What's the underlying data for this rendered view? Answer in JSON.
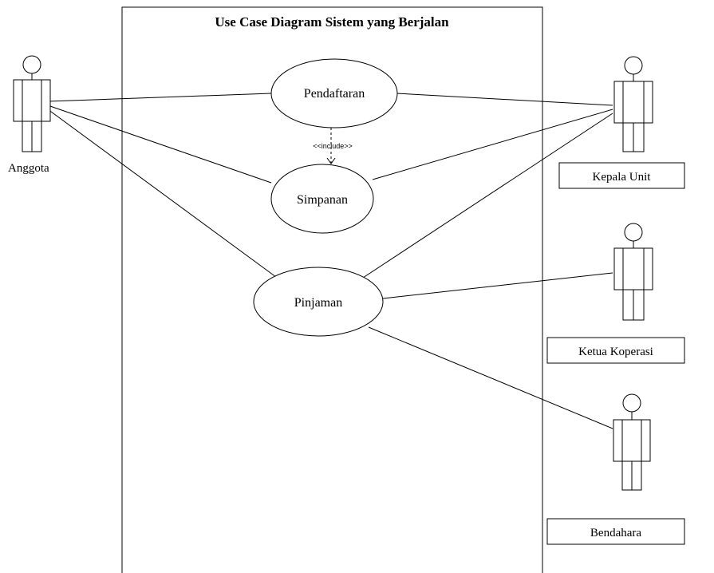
{
  "diagram": {
    "title": "Use Case Diagram Sistem yang Berjalan",
    "include_label": "<<include>>"
  },
  "use_cases": [
    {
      "id": "pendaftaran",
      "label": "Pendaftaran"
    },
    {
      "id": "simpanan",
      "label": "Simpanan"
    },
    {
      "id": "pinjaman",
      "label": "Pinjaman"
    }
  ],
  "actors": [
    {
      "id": "anggota",
      "label": "Anggota"
    },
    {
      "id": "kepala-unit",
      "label": "Kepala Unit"
    },
    {
      "id": "ketua-koperasi",
      "label": "Ketua Koperasi"
    },
    {
      "id": "bendahara",
      "label": "Bendahara"
    }
  ],
  "associations": [
    [
      "anggota",
      "pendaftaran"
    ],
    [
      "anggota",
      "simpanan"
    ],
    [
      "anggota",
      "pinjaman"
    ],
    [
      "kepala-unit",
      "pendaftaran"
    ],
    [
      "kepala-unit",
      "simpanan"
    ],
    [
      "kepala-unit",
      "pinjaman"
    ],
    [
      "ketua-koperasi",
      "pinjaman"
    ],
    [
      "bendahara",
      "pinjaman"
    ]
  ],
  "includes": [
    [
      "pendaftaran",
      "simpanan"
    ]
  ]
}
